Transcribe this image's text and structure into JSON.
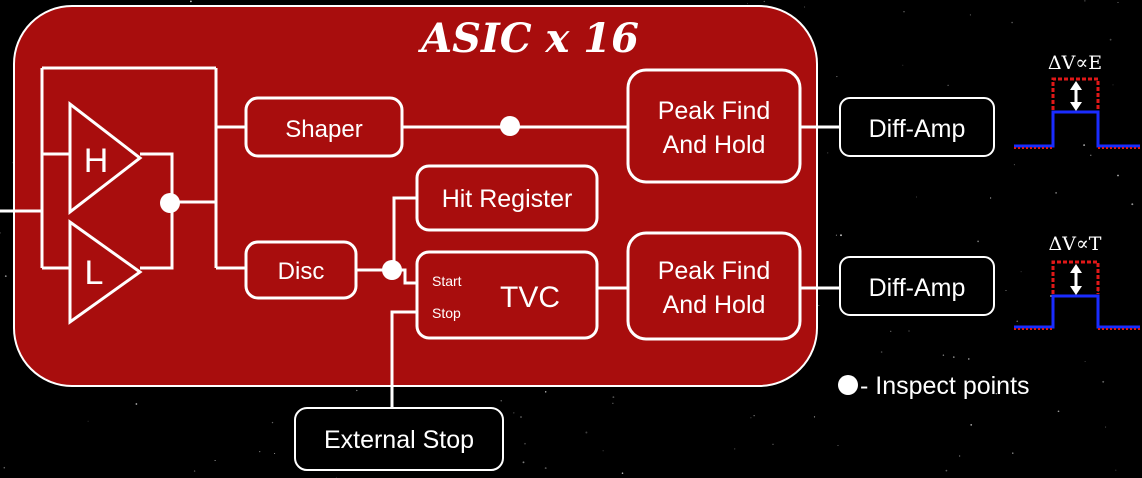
{
  "diagram": {
    "title": "ASIC x 16",
    "amp_high_label": "H",
    "amp_low_label": "L",
    "shaper_label": "Shaper",
    "disc_label": "Disc",
    "hit_register_label": "Hit Register",
    "tvc_label": "TVC",
    "tvc_start_label": "Start",
    "tvc_stop_label": "Stop",
    "peak_find_1_line1": "Peak Find",
    "peak_find_1_line2": "And Hold",
    "peak_find_2_line1": "Peak Find",
    "peak_find_2_line2": "And Hold",
    "diff_amp_1_label": "Diff-Amp",
    "diff_amp_2_label": "Diff-Amp",
    "external_stop_label": "External Stop",
    "energy_relation": "ΔV∝E",
    "time_relation": "ΔV∝T",
    "legend_text": "- Inspect points",
    "colors": {
      "background": "#000000",
      "asic_fill": "#a80d0d",
      "line": "#ffffff",
      "pulse_high": "#e01818",
      "pulse_base": "#1a2cff"
    }
  }
}
